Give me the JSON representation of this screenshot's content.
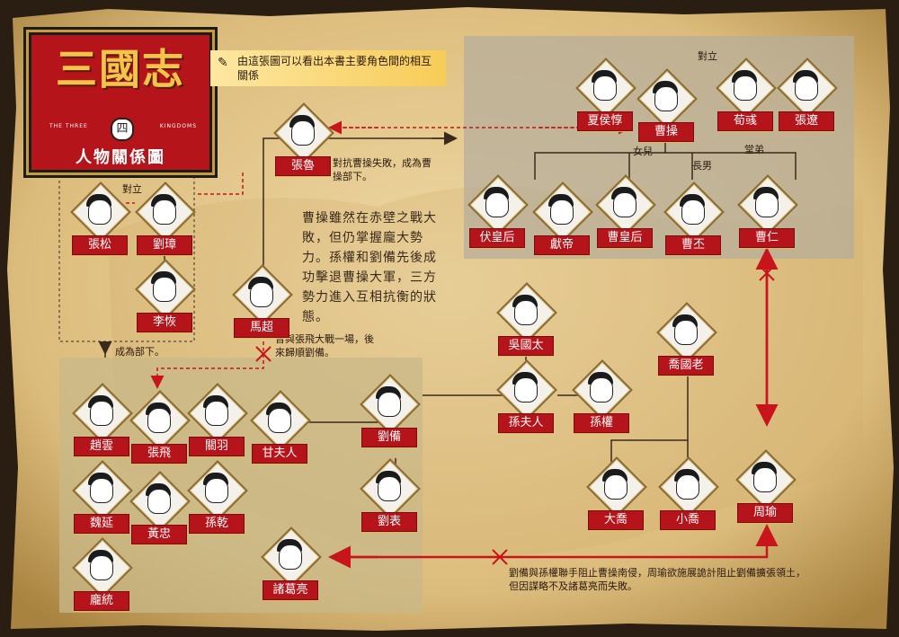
{
  "title": {
    "main": "三國志",
    "en_left": "THE THREE",
    "en_right": "KINGDOMS",
    "volume": "四",
    "subtitle": "人物關係圖"
  },
  "banner_text": "由這張圖可以看出本書主要角色間的相互關係",
  "body_text": "曹操雖然在赤壁之戰大敗，但仍掌握龐大勢力。孫權和劉備先後成功擊退曹操大軍，三方勢力進入互相抗衡的狀態。",
  "notes": {
    "zhanglu": "對抗曹操失敗，成為曹操部下。",
    "machao": "曾與張飛大戰一場，後來歸順劉備。",
    "liuzhang_group": "成為部下。",
    "bottom": "劉備與孫權聯手阻止曹操南侵，周瑜欲施展詭計阻止劉備擴張領土，但因謀略不及諸葛亮而失敗。"
  },
  "relations": {
    "duili_1": "對立",
    "duili_2": "對立",
    "daughter": "女兒",
    "eldest_son": "長男",
    "cousin": "堂弟"
  },
  "characters": {
    "xiahoudun": "夏侯惇",
    "caocao": "曹操",
    "xunyu": "荀彧",
    "zhangliao": "張遼",
    "zhanglu": "張魯",
    "fuhuanghou": "伏皇后",
    "xiandi": "獻帝",
    "caohuanghou": "曹皇后",
    "caopi": "曹丕",
    "caoren": "曹仁",
    "zhangsong": "張松",
    "liuzhang": "劉璋",
    "likui": "李恢",
    "machao": "馬超",
    "wuguotai": "吳國太",
    "qiaoguolao": "喬國老",
    "sunfuren": "孫夫人",
    "sunquan": "孫權",
    "daqiao": "大喬",
    "xiaoqiao": "小喬",
    "zhouyu": "周瑜",
    "zhaoyun": "趙雲",
    "zhangfei": "張飛",
    "guanyu": "關羽",
    "ganfuren": "甘夫人",
    "liubei": "劉備",
    "weiyan": "魏延",
    "huangzhong": "黃忠",
    "sunqian": "孫乾",
    "liubiao": "劉表",
    "pangtong": "龐統",
    "zhugeliang": "諸葛亮"
  },
  "colors": {
    "parchment": "#e6c98d",
    "label_red": "#b5141b",
    "line_red": "#c8141b",
    "gold": "#f3c34a",
    "group_olive": "#c8b888",
    "group_gray": "#b7ad9b"
  }
}
